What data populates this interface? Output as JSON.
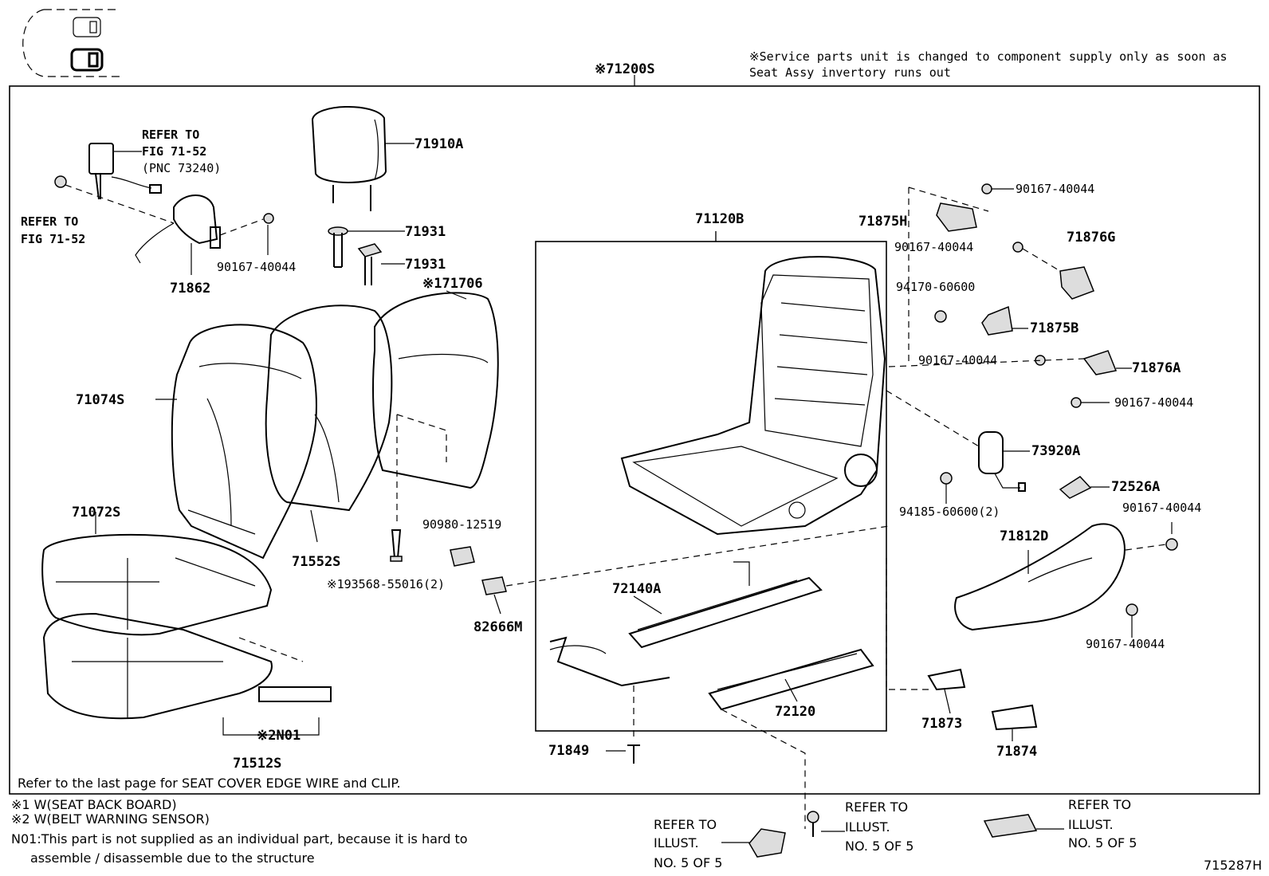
{
  "diagram": {
    "service_note": [
      "※Service parts unit is changed to component supply only as soon as",
      "Seat Assy invertory runs out"
    ],
    "assembly_label": "※71200S",
    "subassembly_label": "71120B",
    "figure_code": "715287H",
    "parts": [
      {
        "id": "p1",
        "text": "71910A"
      },
      {
        "id": "p2",
        "text": "71931"
      },
      {
        "id": "p3",
        "text": "71931"
      },
      {
        "id": "p4",
        "text": "※171706"
      },
      {
        "id": "p5",
        "text": "71862"
      },
      {
        "id": "p6",
        "text": "90167-40044"
      },
      {
        "id": "p7",
        "text": "71074S"
      },
      {
        "id": "p8",
        "text": "71072S"
      },
      {
        "id": "p9",
        "text": "71552S"
      },
      {
        "id": "p10",
        "text": "90980-12519"
      },
      {
        "id": "p11",
        "text": "※193568-55016(2)"
      },
      {
        "id": "p12",
        "text": "82666M"
      },
      {
        "id": "p13",
        "text": "※2N01"
      },
      {
        "id": "p14",
        "text": "71512S"
      },
      {
        "id": "p15",
        "text": "72140A"
      },
      {
        "id": "p16",
        "text": "72120"
      },
      {
        "id": "p17",
        "text": "71849"
      },
      {
        "id": "p18",
        "text": "90167-40044"
      },
      {
        "id": "p19",
        "text": "71875H"
      },
      {
        "id": "p20",
        "text": "90167-40044"
      },
      {
        "id": "p21",
        "text": "71876G"
      },
      {
        "id": "p22",
        "text": "94170-60600"
      },
      {
        "id": "p23",
        "text": "71875B"
      },
      {
        "id": "p24",
        "text": "90167-40044"
      },
      {
        "id": "p25",
        "text": "71876A"
      },
      {
        "id": "p26",
        "text": "90167-40044"
      },
      {
        "id": "p27",
        "text": "73920A"
      },
      {
        "id": "p28",
        "text": "72526A"
      },
      {
        "id": "p29",
        "text": "94185-60600(2)"
      },
      {
        "id": "p30",
        "text": "90167-40044"
      },
      {
        "id": "p31",
        "text": "71812D"
      },
      {
        "id": "p32",
        "text": "90167-40044"
      },
      {
        "id": "p33",
        "text": "71873"
      },
      {
        "id": "p34",
        "text": "71874"
      }
    ],
    "refer_belt": [
      "REFER TO",
      "FIG 71-52",
      "(PNC 73240)"
    ],
    "refer_anchor": [
      "REFER TO",
      "FIG 71-52"
    ],
    "refer_illust_1": [
      "REFER TO",
      "ILLUST.",
      "NO. 5 OF 5"
    ],
    "refer_illust_2": [
      "REFER TO",
      "ILLUST.",
      "NO. 5 OF 5"
    ],
    "refer_illust_3": [
      "REFER TO",
      "ILLUST.",
      "NO. 5 OF 5"
    ],
    "inner_note": "Refer to the last page for SEAT COVER EDGE WIRE and CLIP.",
    "footnotes": [
      "※1 W(SEAT BACK BOARD)",
      "※2 W(BELT WARNING SENSOR)",
      "N01:This part is not supplied as an individual part, because it is hard to",
      "assemble / disassemble due to the structure"
    ]
  }
}
